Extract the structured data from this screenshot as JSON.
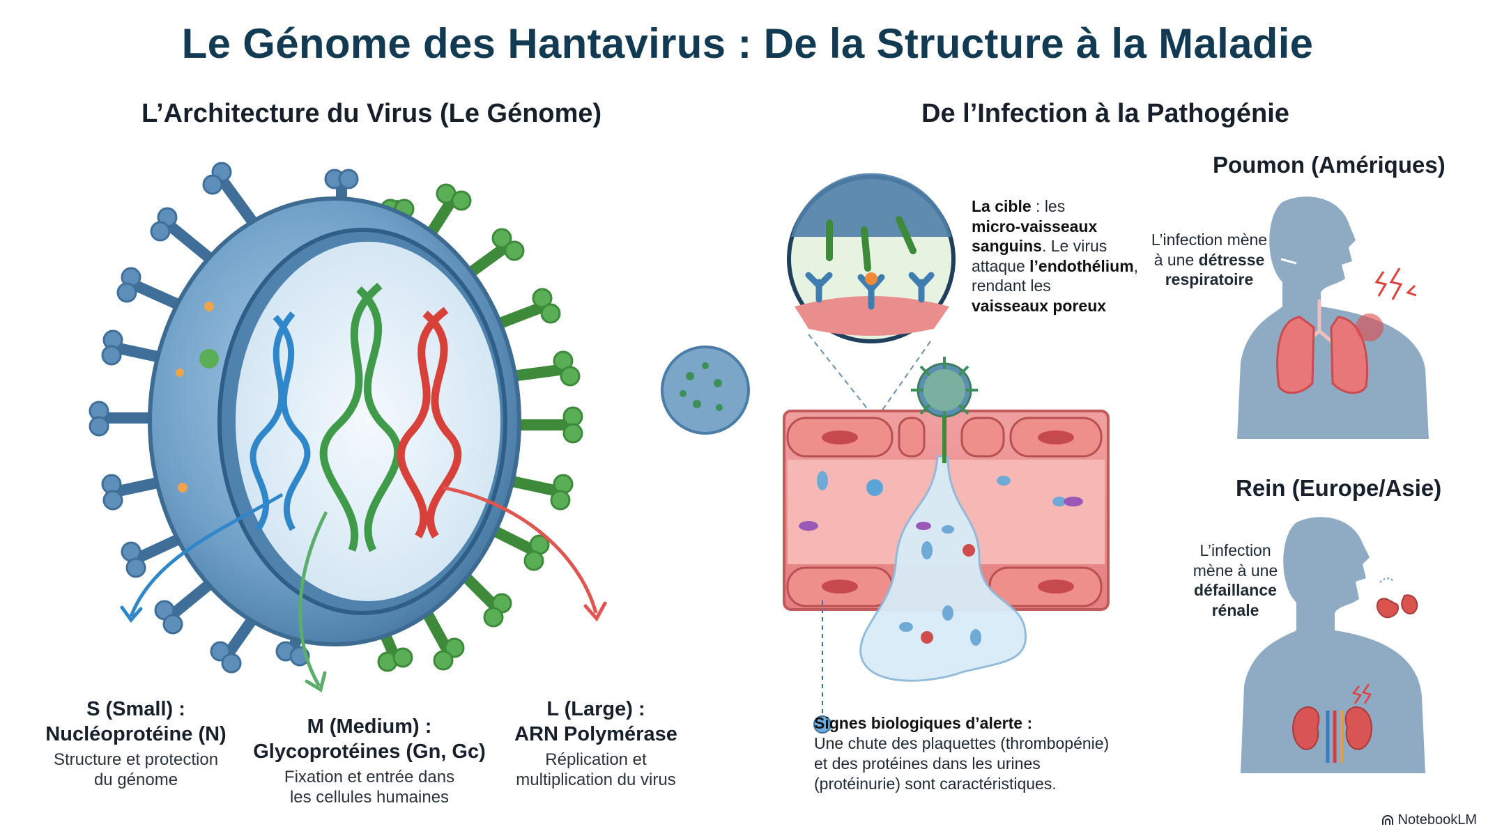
{
  "title": "Le Génome des Hantavirus : De la Structure à la Maladie",
  "left_section": {
    "title": "L’Architecture du Virus (Le Génome)",
    "segments": [
      {
        "name": "S (Small) :",
        "protein": "Nucléoprotéine (N)",
        "desc1": "Structure et protection",
        "desc2": "du génome",
        "color": "#2f86c8"
      },
      {
        "name": "M (Medium) :",
        "protein": "Glycoprotéines (Gn, Gc)",
        "desc1": "Fixation et entrée dans",
        "desc2": "les cellules humaines",
        "color": "#3f9a4a"
      },
      {
        "name": "L (Large) :",
        "protein": "ARN Polymérase",
        "desc1": "Réplication et",
        "desc2": "multiplication du virus",
        "color": "#d8403a"
      }
    ]
  },
  "right_section": {
    "title": "De l’Infection à la Pathogénie",
    "target_callout": {
      "l1_bold": "La cible",
      "l1_rest": " : les",
      "l2_bold": "micro-vaisseaux",
      "l3_bold": "sanguins",
      "l3_rest": ". Le virus",
      "l4_pre": "attaque ",
      "l4_bold": "l’endothélium",
      "l4_post": ",",
      "l5": "rendant les",
      "l6_bold": "vaisseaux poreux"
    },
    "alert": {
      "heading": "Signes biologiques d’alerte :",
      "line1": "Une chute des plaquettes (thrombopénie)",
      "line2": "et des protéines dans les urines",
      "line3": "(protéinurie) sont caractéristiques."
    },
    "lung": {
      "title": "Poumon (Amériques)",
      "l1": "L’infection mène",
      "l2_pre": "à une ",
      "l2_bold": "détresse",
      "l3_bold": "respiratoire"
    },
    "kidney": {
      "title": "Rein (Europe/Asie)",
      "l1": "L’infection",
      "l2": "mène à une",
      "l3_bold": "défaillance",
      "l4_bold": "rénale"
    }
  },
  "brand": "NotebookLM",
  "colors": {
    "title": "#123a52",
    "virus_shell": "#5d8fb8",
    "spike_blue": "#4a7ca8",
    "spike_green": "#4a9a45",
    "rna_blue": "#2f86c8",
    "rna_green": "#3f9a4a",
    "rna_red": "#d8403a",
    "vessel": "#e98d8d",
    "silhouette": "#8faac3"
  }
}
